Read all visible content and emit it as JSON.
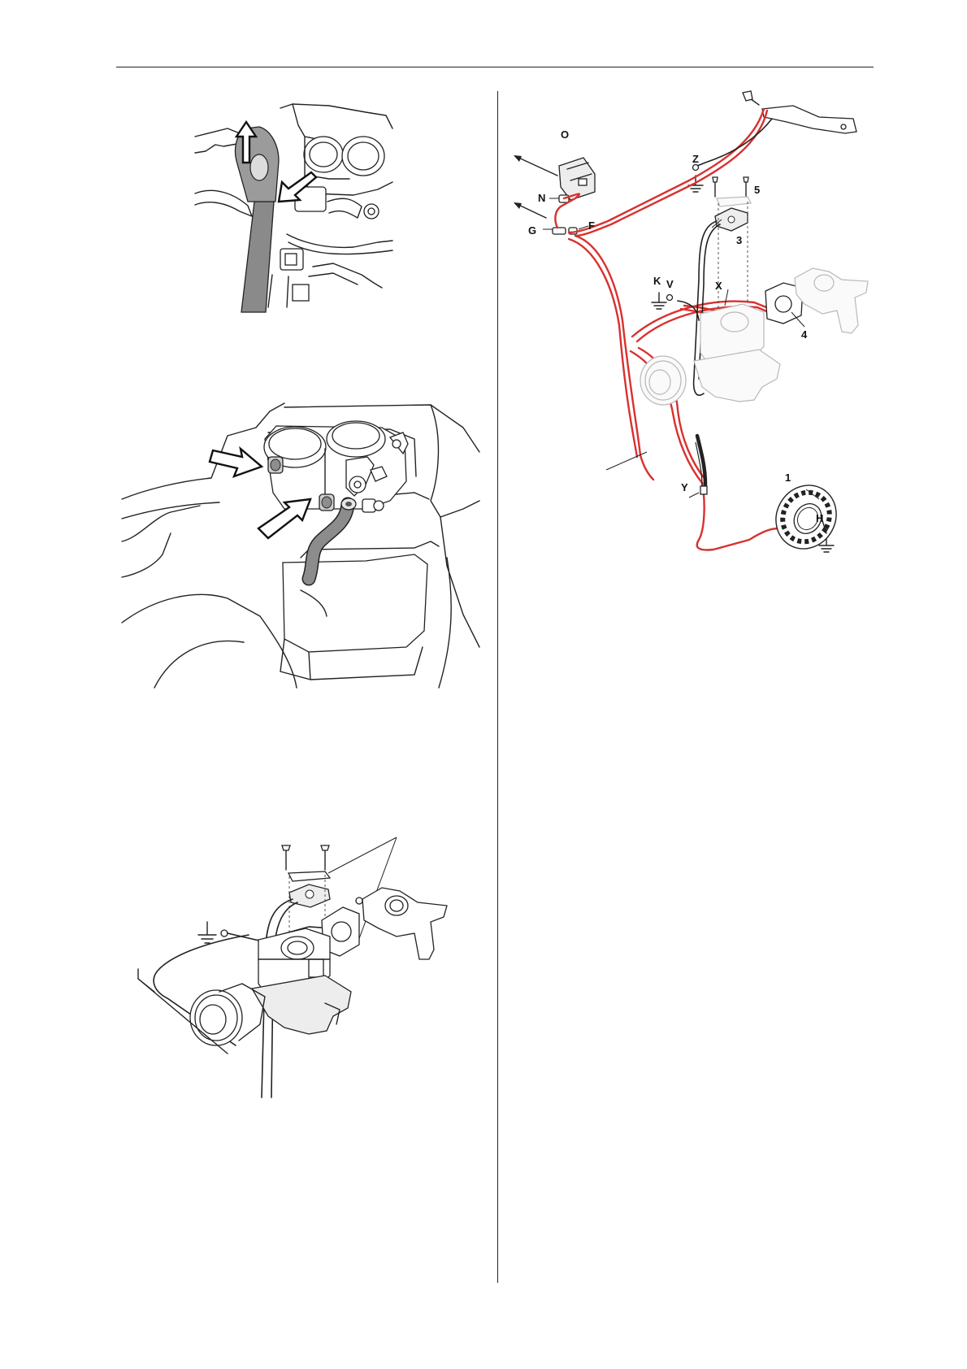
{
  "page": {
    "header_rule": true,
    "column_divider": true
  },
  "figures": {
    "fig_top_left": {
      "kind": "line-illustration",
      "subject": "wrench-on-cylinder-fitting"
    },
    "fig_mid_left": {
      "kind": "line-illustration",
      "subject": "nuts-and-hose-on-cylinder"
    },
    "fig_bottom_left": {
      "kind": "line-illustration",
      "subject": "ignition-module-and-carburettor-wiring"
    },
    "fig_right": {
      "kind": "wiring-diagram",
      "wire_color": "#d8312f",
      "labels": {
        "O": "O",
        "N": "N",
        "G": "G",
        "F": "F",
        "Z": "Z",
        "five": "5",
        "three": "3",
        "K": "K",
        "V": "V",
        "X": "X",
        "four": "4",
        "one": "1",
        "Y": "Y",
        "H": "H"
      }
    }
  }
}
